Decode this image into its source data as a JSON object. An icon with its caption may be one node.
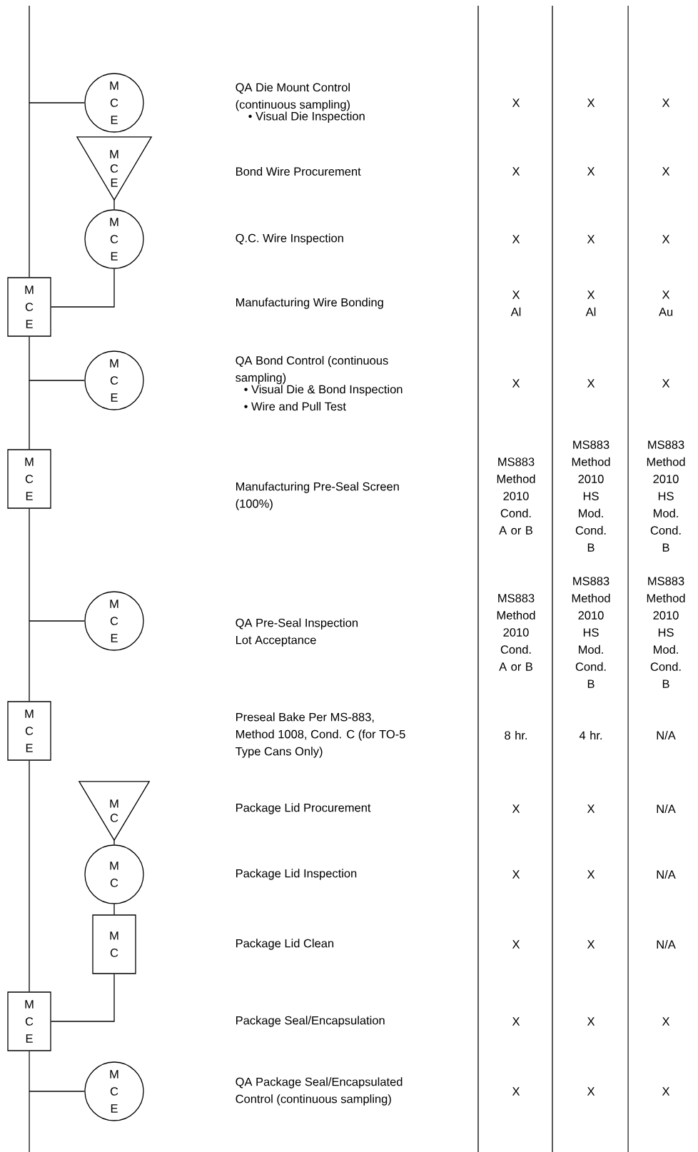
{
  "diagram": {
    "nodes": [
      {
        "text": [
          "M C E"
        ]
      },
      {
        "text": [
          "M C E"
        ]
      },
      {
        "text": [
          "M C E"
        ]
      },
      {
        "text": [
          "M C E"
        ]
      },
      {
        "text": [
          "M C E"
        ]
      },
      {
        "text": [
          "M C E"
        ]
      },
      {
        "text": [
          "M C E"
        ]
      },
      {
        "text": [
          "M C E"
        ]
      },
      {
        "text": [
          "M C"
        ]
      },
      {
        "text": [
          "M C"
        ]
      },
      {
        "text": [
          "M C"
        ]
      },
      {
        "text": [
          "M C E"
        ]
      },
      {
        "text": [
          "M C E"
        ]
      }
    ],
    "edges": [
      {
        "from": null,
        "to": 3,
        "arrow": "none"
      },
      {
        "from": 3,
        "to": 5,
        "arrow": "none"
      },
      {
        "from": 5,
        "to": 7,
        "arrow": "none"
      },
      {
        "from": 7,
        "to": 11,
        "arrow": "none"
      },
      {
        "from": 11,
        "to": null,
        "arrow": "none"
      },
      {
        "from": 0,
        "to": null,
        "arrow": "none"
      },
      {
        "from": 1,
        "to": 2,
        "arrow": "none"
      },
      {
        "from": 2,
        "to": 3,
        "arrow": "none"
      },
      {
        "from": 4,
        "to": null,
        "arrow": "none"
      },
      {
        "from": 6,
        "to": null,
        "arrow": "none"
      },
      {
        "from": 8,
        "to": 9,
        "arrow": "none"
      },
      {
        "from": 9,
        "to": 10,
        "arrow": "none"
      },
      {
        "from": 10,
        "to": 11,
        "arrow": "none"
      },
      {
        "from": 12,
        "to": null,
        "arrow": "none"
      }
    ],
    "labels": [
      "QA Die Mount Control (continuous sampling)",
      "• Visual Die Inspection",
      "X",
      "X",
      "X",
      "Bond Wire Procurement",
      "X",
      "X",
      "X",
      "Q.C. Wire Inspection",
      "X",
      "X",
      "X",
      "Manufacturing Wire Bonding",
      "X Al",
      "X Al",
      "X Au",
      "QA Bond Control (continuous sampling)",
      "• Visual Die & Bond Inspection",
      "• Wire and Pull Test",
      "X",
      "X",
      "X",
      "Manufacturing Pre-Seal Screen (100%)",
      "MS883 Method 2010 Cond. A or B",
      "MS883 Method 2010 HS Mod. Cond. B",
      "MS883 Method 2010 HS Mod. Cond. B",
      "QA Pre-Seal Inspection Lot Acceptance",
      "MS883 Method 2010 Cond. A or B",
      "MS883 Method 2010 HS Mod. Cond. B",
      "MS883 Method 2010 HS Mod. Cond. B",
      "Preseal Bake Per MS-883, Method 1008, Cond. C (for TO-5 Type Cans Only)",
      "8 hr.",
      "4 hr.",
      "N/A",
      "Package Lid Procurement",
      "X",
      "X",
      "N/A",
      "Package Lid Inspection",
      "X",
      "X",
      "N/A",
      "Package Lid Clean",
      "X",
      "X",
      "N/A",
      "Package Seal/Encapsulation",
      "X",
      "X",
      "X",
      "QA Package Seal/Encapsulated Control (continuous sampling)",
      "X",
      "X",
      "X"
    ]
  }
}
